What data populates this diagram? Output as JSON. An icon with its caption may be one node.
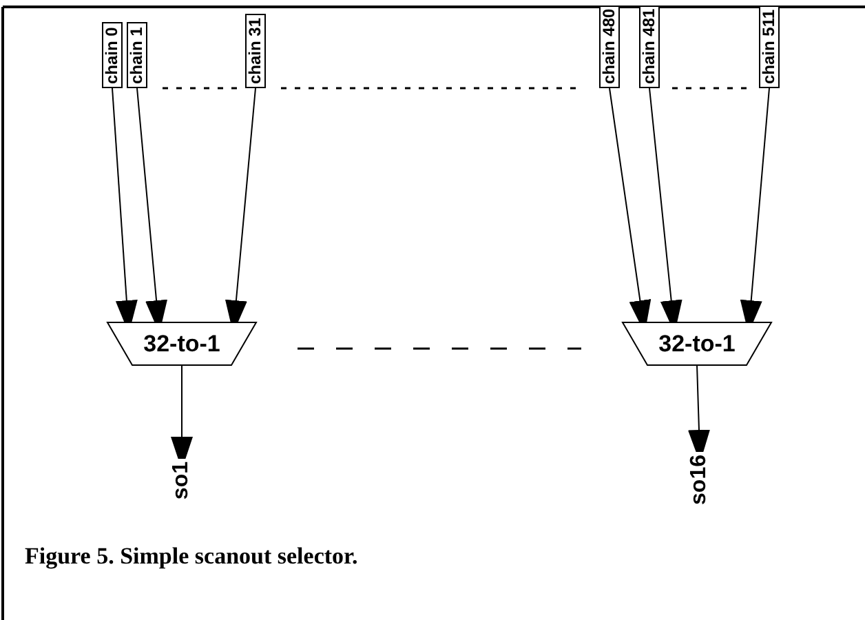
{
  "diagram": {
    "caption": "Figure 5. Simple scanout selector.",
    "nodes": [
      {
        "text": [
          "chain 0"
        ]
      },
      {
        "text": [
          "chain 1"
        ]
      },
      {
        "text": [
          "chain 31"
        ]
      },
      {
        "text": [
          "chain 480"
        ]
      },
      {
        "text": [
          "chain 481"
        ]
      },
      {
        "text": [
          "chain 511"
        ]
      },
      {
        "text": [
          "32-to-1"
        ]
      },
      {
        "text": [
          "32-to-1"
        ]
      },
      {
        "text": [
          "so1"
        ]
      },
      {
        "text": [
          "so16"
        ]
      }
    ],
    "edges": [
      {
        "from": 0,
        "to": 6,
        "arrow": "to"
      },
      {
        "from": 1,
        "to": 6,
        "arrow": "to"
      },
      {
        "from": 2,
        "to": 6,
        "arrow": "to"
      },
      {
        "from": 3,
        "to": 7,
        "arrow": "to"
      },
      {
        "from": 4,
        "to": 7,
        "arrow": "to"
      },
      {
        "from": 5,
        "to": 7,
        "arrow": "to"
      },
      {
        "from": 6,
        "to": 8,
        "arrow": "to"
      },
      {
        "from": 7,
        "to": 9,
        "arrow": "to"
      }
    ]
  }
}
